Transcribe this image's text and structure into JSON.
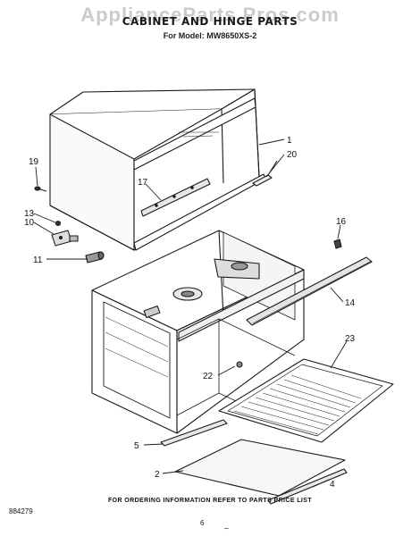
{
  "header": {
    "watermark": "ApplianceParts Pros.com",
    "title": "CABINET AND HINGE PARTS",
    "subtitle": "For Model: MW8650XS-2"
  },
  "callouts": {
    "c1": "1",
    "c20": "20",
    "c19": "19",
    "c17": "17",
    "c13": "13",
    "c10": "10",
    "c11": "11",
    "c16": "16",
    "c14": "14",
    "c23": "23",
    "c22": "22",
    "c5": "5",
    "c2": "2",
    "c4": "4"
  },
  "footer": {
    "note": "FOR ORDERING INFORMATION REFER TO PARTS PRICE LIST",
    "doc_number": "884279",
    "page_number": "6"
  }
}
